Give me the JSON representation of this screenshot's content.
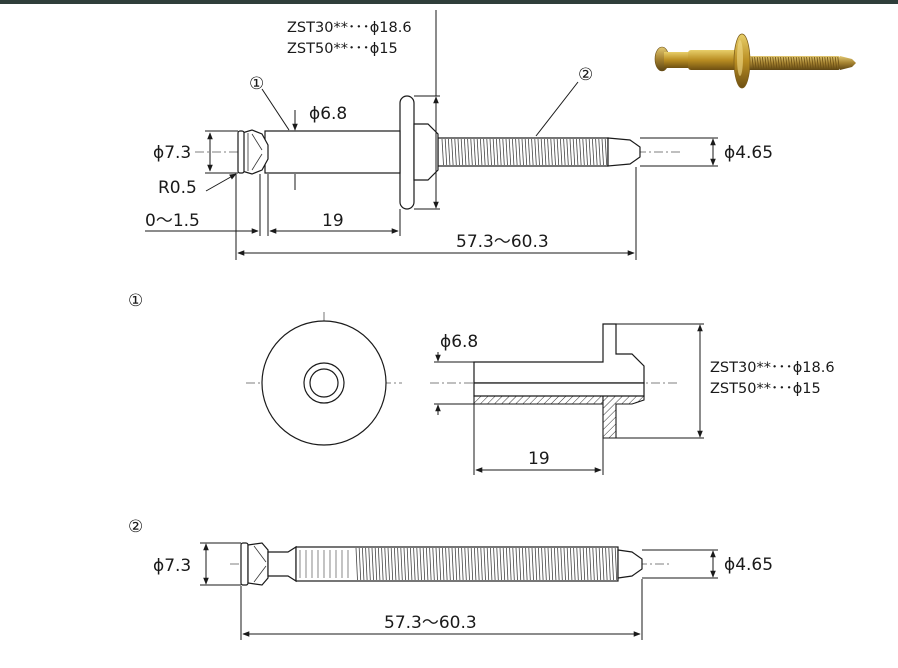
{
  "top_bar_color": "#2f3e3a",
  "assembly": {
    "variant_zst30": "ZST30**･･･",
    "variant_zst30_dia": "ϕ18.6",
    "variant_zst50": "ZST50**･･･",
    "variant_zst50_dia": "ϕ15",
    "callout_1": "①",
    "callout_2": "②",
    "dia_sleeve": "ϕ6.8",
    "dia_head": "ϕ7.3",
    "dia_tip": "ϕ4.65",
    "radius": "R0.5",
    "gap": "0～1.5",
    "sleeve_length": "19",
    "total_length": "57.3～60.3"
  },
  "part1": {
    "label": "①",
    "dia_sleeve": "ϕ6.8",
    "variant_zst30": "ZST30**･･･",
    "variant_zst30_dia": "ϕ18.6",
    "variant_zst50": "ZST50**･･･",
    "variant_zst50_dia": "ϕ15",
    "length": "19"
  },
  "part2": {
    "label": "②",
    "dia_head": "ϕ7.3",
    "dia_tip": "ϕ4.65",
    "total_length": "57.3～60.3"
  },
  "photo": {
    "icon": "rivet-photo",
    "sleeve_color": "#c9a23a",
    "pin_color": "#b8963a"
  }
}
